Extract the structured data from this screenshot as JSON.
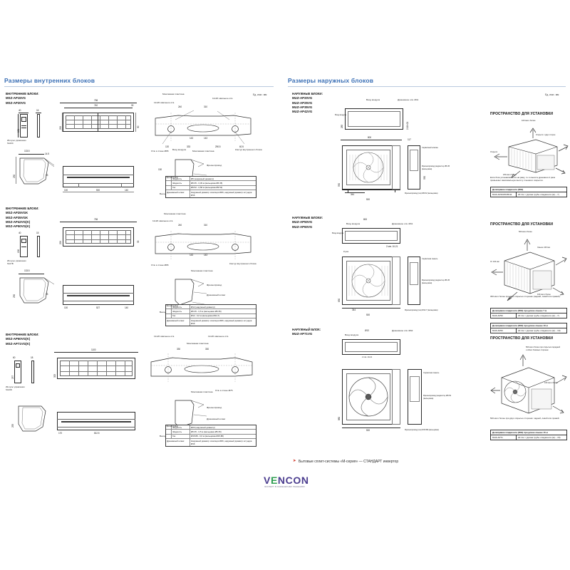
{
  "document": {
    "unit_note": "Ед. изм.: мм"
  },
  "sections": {
    "indoor": {
      "header": "Размеры внутренних блоков",
      "unit_note": "Ед. изм.: мм",
      "groups": [
        {
          "caption": "ВНУТРЕННИЕ БЛОКИ:",
          "models": [
            "MSZ-AP15VG",
            "MSZ-AP20VG"
          ],
          "front_width": "798",
          "front_height": "299",
          "depth": "195",
          "side_label": "ИК-пульт управления\nSG10C",
          "dims": {
            "top_width": "798",
            "inner_width": "740",
            "right_offset": "30",
            "height_left": "299",
            "height_right": "30",
            "plate_w1": "240",
            "plate_w2": "310",
            "plate_w3": "143",
            "plate_w4": "143",
            "bottom_d1": "120",
            "bottom_d2": "333",
            "bottom_d3": "290.5",
            "bottom_d4": "60.5",
            "side_w": "133.5",
            "side_h": "230",
            "side_top": "14.5",
            "side_bot": "53",
            "base_w1": "100",
            "base_w2": "500",
            "base_w3": "140"
          },
          "callouts": [
            "Монтажная пластина",
            "11х20 овальное отв.",
            "11х20 овальное отв.",
            "Отв. в стене Ø65",
            "Контур внутреннего блока",
            "Вход воздуха",
            "Монтажная пластина",
            "Фреонопровод",
            "Дренажный шланг",
            "Выход воздуха"
          ],
          "table": {
            "side_label": "Фреонопровод",
            "rows": [
              [
                "Ø",
                "Жидкость",
                "Ø6 (наружный диаметр)"
              ],
              [
                "",
                "Жидкость",
                "Ø6.35 - 0,39 м (вальцовка Ø6.35)"
              ],
              [
                "",
                "Газ",
                "Ø9.52 - 0,58 м (вальцовка Ø9.52)"
              ],
              [
                "",
                "Дренажный шланг",
                "Наружный диаметр изоляции Ø26, наружный диаметр штуцера Ø16"
              ]
            ]
          }
        },
        {
          "caption": "ВНУТРЕННИЕ БЛОКИ:",
          "models": [
            "MSZ-AP25VGK",
            "MSZ-AP35VGK",
            "MSZ-AP42VG(K)",
            "MSZ-AP50VG(K)"
          ],
          "front_width": "798",
          "front_height": "299",
          "depth": "195",
          "side_label": "ИК-пульт управления\nSG17B",
          "dims": {
            "top_width": "798",
            "inner_width": "740",
            "right_offset": "30",
            "height_left": "299",
            "height_right": "30",
            "plate_w1": "240",
            "plate_w2": "310",
            "plate_w3": "143",
            "plate_w4": "143",
            "bottom_d1": "120",
            "bottom_d2": "333",
            "bottom_d3": "290.5",
            "bottom_d4": "60.5",
            "side_w": "133.5",
            "side_h": "230",
            "side_top": "14.5",
            "side_bot": "53",
            "base_w1": "100",
            "base_w2": "527",
            "base_w3": "140"
          },
          "callouts": [
            "Монтажная пластина",
            "11х20 овальное отв.",
            "Отв. в стене Ø65",
            "Контур внутреннего блока",
            "Вход воздуха",
            "Монтажная пластина",
            "Фреонопровод",
            "Дренажный шланг",
            "Выход воздуха"
          ],
          "table": {
            "side_label": "Фреонопровод",
            "rows": [
              [
                "Ø",
                "Жидкость",
                "Ø12 (наружный диаметр)"
              ],
              [
                "",
                "Жидкость",
                "Ø6.35 - 0,5 м (вальцовка Ø6.35)"
              ],
              [
                "",
                "Газ",
                "Ø12 - 0,6 м (вальцовка Ø12,7)"
              ],
              [
                "",
                "Дренажный шланг",
                "Наружный диаметр изоляции Ø26, наружный диаметр штуцера Ø16"
              ]
            ]
          }
        },
        {
          "caption": "ВНУТРЕННИЕ БЛОКИ:",
          "models": [
            "MSZ-AP60VG(K)",
            "MSZ-AP71VG(K)"
          ],
          "front_width": "1100",
          "front_height": "325",
          "depth": "238",
          "side_label": "ИК-пульт управления\nSG16D",
          "dims": {
            "top_width": "1100",
            "inner_width": "1100",
            "height_left": "325",
            "plate_w1": "330",
            "plate_w2": "330",
            "bottom_d1": "170",
            "bottom_d2": "812.5",
            "side_w": "60",
            "side_h": "237",
            "base_w1": "170",
            "base_w2": "812.5"
          },
          "callouts": [
            "11х20 овальное отв.",
            "11х20 овальное отв.",
            "Монтажная пластина",
            "Отв. в стене Ø75",
            "Вход воздуха",
            "Монтажная пластина",
            "Фреонопровод",
            "Дренажный шланг",
            "Выход воздуха"
          ],
          "table": {
            "side_label": "Фреонопровод",
            "rows": [
              [
                "Ø",
                "Жидкость",
                "Ø20 (наружный диаметр)"
              ],
              [
                "",
                "Жидкость",
                "Ø6.35 - 0,5 м (вальцовка Ø6.35)"
              ],
              [
                "",
                "Газ",
                "Ø15.88 - 0,6 м (вальцовка Ø15,88)"
              ],
              [
                "",
                "Дренажный шланг",
                "Наружный диаметр изоляции Ø26, наружный диаметр штуцера Ø16"
              ]
            ]
          }
        }
      ]
    },
    "outdoor": {
      "header": "Размеры наружных блоков",
      "unit_note": "Ед. изм.: мм",
      "groups": [
        {
          "caption": "НАРУЖНЫЕ БЛОКИ:",
          "models": [
            "MUZ-AP20VG",
            "MUZ-AP25VG",
            "MUZ-AP35VG",
            "MUZ-AP42VG"
          ],
          "dims": {
            "width": "800",
            "depth": "285",
            "height": "550",
            "feet": "344",
            "foot_w": "500",
            "side_h": "550",
            "side_d": "285",
            "hole": "330",
            "panel_w": "117"
          },
          "callouts": [
            "Вход воздуха",
            "Вход воздуха",
            "Выход воздуха",
            "Дренажное отв. Ø41",
            "Сервисный клапан",
            "Сервисная панель",
            "Фреонопровод (жидкость) Ø6.35 (вальцовка)",
            "Фреонопровод (газ) Ø9.52 (вальцовка)"
          ]
        },
        {
          "caption": "НАРУЖНЫЕ БЛОКИ:",
          "models": [
            "MUZ-AP50VG",
            "MUZ-AP60VG"
          ],
          "dims": {
            "width": "800",
            "depth": "285",
            "height": "630",
            "feet": "344",
            "foot_w": "500",
            "hole": "330",
            "panel_w": "117"
          },
          "callouts": [
            "Вход воздуха",
            "Вход воздуха",
            "Выход воздуха",
            "Дренажное отв. Ø41",
            "2 отв. 10-21",
            "Ручка",
            "Сервисная панель",
            "Фреонопровод (жидкость) Ø6.35 (вальцовка)",
            "Фреонопровод (газ) Ø12.7 (вальцовка)"
          ]
        },
        {
          "caption": "НАРУЖНЫЙ БЛОК:",
          "models": [
            "MUZ-AP71VG"
          ],
          "dims": {
            "width": "840",
            "depth": "330",
            "height": "880",
            "feet": "500",
            "hole": "330",
            "panel_w": "117"
          },
          "callouts": [
            "Вход воздуха",
            "Вход воздуха",
            "Выход воздуха",
            "Дренажное отв. Ø42",
            "2 отв. 10-21",
            "Сервисная панель",
            "Фреонопровод (жидкость) Ø9.52 (вальцовка)",
            "Фреонопровод (газ) Ø15.88 (вальцовка)"
          ]
        }
      ]
    },
    "install": {
      "panels": [
        {
          "title": "ПРОСТРАНСТВО ДЛЯ УСТАНОВКИ",
          "arrows": [
            "100 мм и более",
            "Открыто с двух сторон",
            "Открыто",
            "200 мм и более",
            "350 мм и более",
            "100 мм и более"
          ],
          "note": "Если блок устанавливается на раму, то-то высота дренажа в 2 раза превышает максимальную высоту стенового покрытия.",
          "charge": {
            "head": "Дозаправка хладагента (R32)",
            "model": "MUZ-AP20/25/35/42",
            "value": "20 г/м × (длина трубы хладагента (м) − 7)"
          }
        },
        {
          "title": "ПРОСТРАНСТВО ДЛЯ УСТАНОВКИ",
          "arrows": [
            "500 мм и более",
            "Свыше 100 мм",
            "От 100 мм",
            "100 мм и более",
            "350 мм"
          ],
          "note": "300 мм и более при двух открытых сторонах (задней, левой или правой).",
          "charge_tables": [
            {
              "head": "Дозаправка хладагента (R32) при длине свыше 7 м",
              "model": "MUZ-AP50",
              "value": "20 г/м × (длина трубы хладагента (м) − 7)"
            },
            {
              "head": "Дозаправка хладагента (R32) при длине свыше 10 м",
              "model": "MUZ-AP60",
              "value": "20 г/м × (длина трубы хладагента (м) − 10)"
            }
          ]
        },
        {
          "title": "ПРОСТРАНСТВО ДЛЯ УСТАНОВКИ",
          "arrows": [
            "500 мм и более при открытых передней и обеих боковых сторонах",
            "100 мм и более",
            "500 мм и более при двух открытых сторонах: задней, левой или правой."
          ],
          "note": "500 мм и более при двух открытых сторонах: задней, левой или правой.",
          "charge": {
            "head": "Дозаправка хладагента (R32) при длине свыше 15 м",
            "model": "MUZ-AP71",
            "value": "20 г/м × (длина трубы хладагента (м) − 15)"
          }
        }
      ]
    }
  },
  "footer": {
    "arrow": "➤",
    "line": "Бытовые сплит-системы «M-серия» — СТАНДАРТ инвертор",
    "logo": {
      "v": "V",
      "e": "E",
      "rest": "NCON"
    },
    "logo_tag": "ЭКСПЕРТ В ИНЖЕНЕРНЫХ РЕШЕНИЯХ"
  }
}
